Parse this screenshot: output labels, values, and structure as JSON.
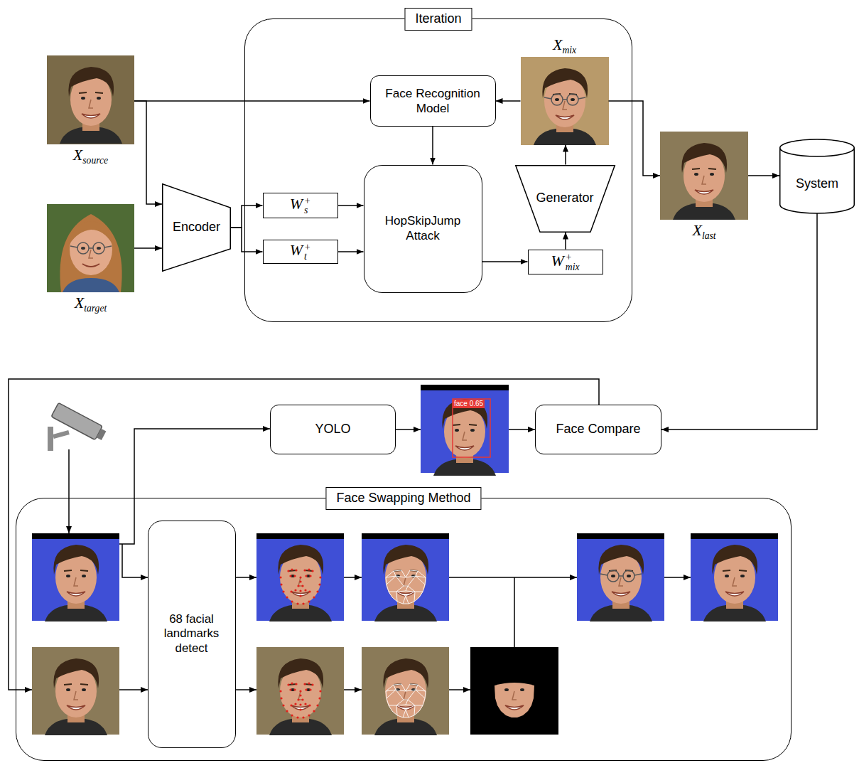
{
  "diagram": {
    "nodes": [
      {
        "text": [
          "Xsource"
        ]
      },
      {
        "text": [
          "Iteration"
        ]
      },
      {
        "text": [
          "Xmix"
        ],
        "in": 1
      },
      {
        "text": [
          "Face Recognition Model"
        ],
        "in": 1
      },
      {
        "text": [
          "Xtarget"
        ]
      },
      {
        "text": [
          "Encoder"
        ]
      },
      {
        "text": [
          "W+s"
        ],
        "in": 1
      },
      {
        "text": [
          "HopSkipJump Attack"
        ],
        "in": 1
      },
      {
        "text": [
          "Generator"
        ],
        "in": 1
      },
      {
        "text": [
          "W+t"
        ],
        "in": 1
      },
      {
        "text": [
          "W+mix"
        ],
        "in": 1
      },
      {
        "text": [
          "Xlast"
        ]
      },
      {
        "text": [
          "System"
        ]
      },
      {
        "text": [
          "YOLO"
        ]
      },
      {
        "text": [
          "face 0.65"
        ]
      },
      {
        "text": [
          "Face Compare"
        ]
      },
      {
        "text": [
          "Face Swapping Method"
        ]
      },
      {
        "text": [
          "68 facial landmarks detect"
        ],
        "in": 16
      }
    ],
    "edges": [
      {
        "from": 0,
        "to": 3,
        "arrow": "to"
      },
      {
        "from": 0,
        "to": 5,
        "arrow": "to"
      },
      {
        "from": 4,
        "to": 5,
        "arrow": "to"
      },
      {
        "from": 5,
        "to": 6,
        "arrow": "to"
      },
      {
        "from": 5,
        "to": 9,
        "arrow": "to"
      },
      {
        "from": 6,
        "to": 7,
        "arrow": "to"
      },
      {
        "from": 9,
        "to": 7,
        "arrow": "to"
      },
      {
        "from": 3,
        "to": 7,
        "arrow": "to"
      },
      {
        "from": 7,
        "to": 10,
        "arrow": "to"
      },
      {
        "from": 10,
        "to": 8,
        "arrow": "to"
      },
      {
        "from": 8,
        "to": 2,
        "arrow": "to"
      },
      {
        "from": 2,
        "to": 3,
        "arrow": "to"
      },
      {
        "from": 2,
        "to": 11,
        "arrow": "to"
      },
      {
        "from": 11,
        "to": 12,
        "arrow": "to"
      },
      {
        "from": 12,
        "to": 15,
        "arrow": "to"
      },
      {
        "from": 13,
        "to": 14,
        "arrow": "to"
      },
      {
        "from": 14,
        "to": 15,
        "arrow": "to"
      }
    ]
  }
}
